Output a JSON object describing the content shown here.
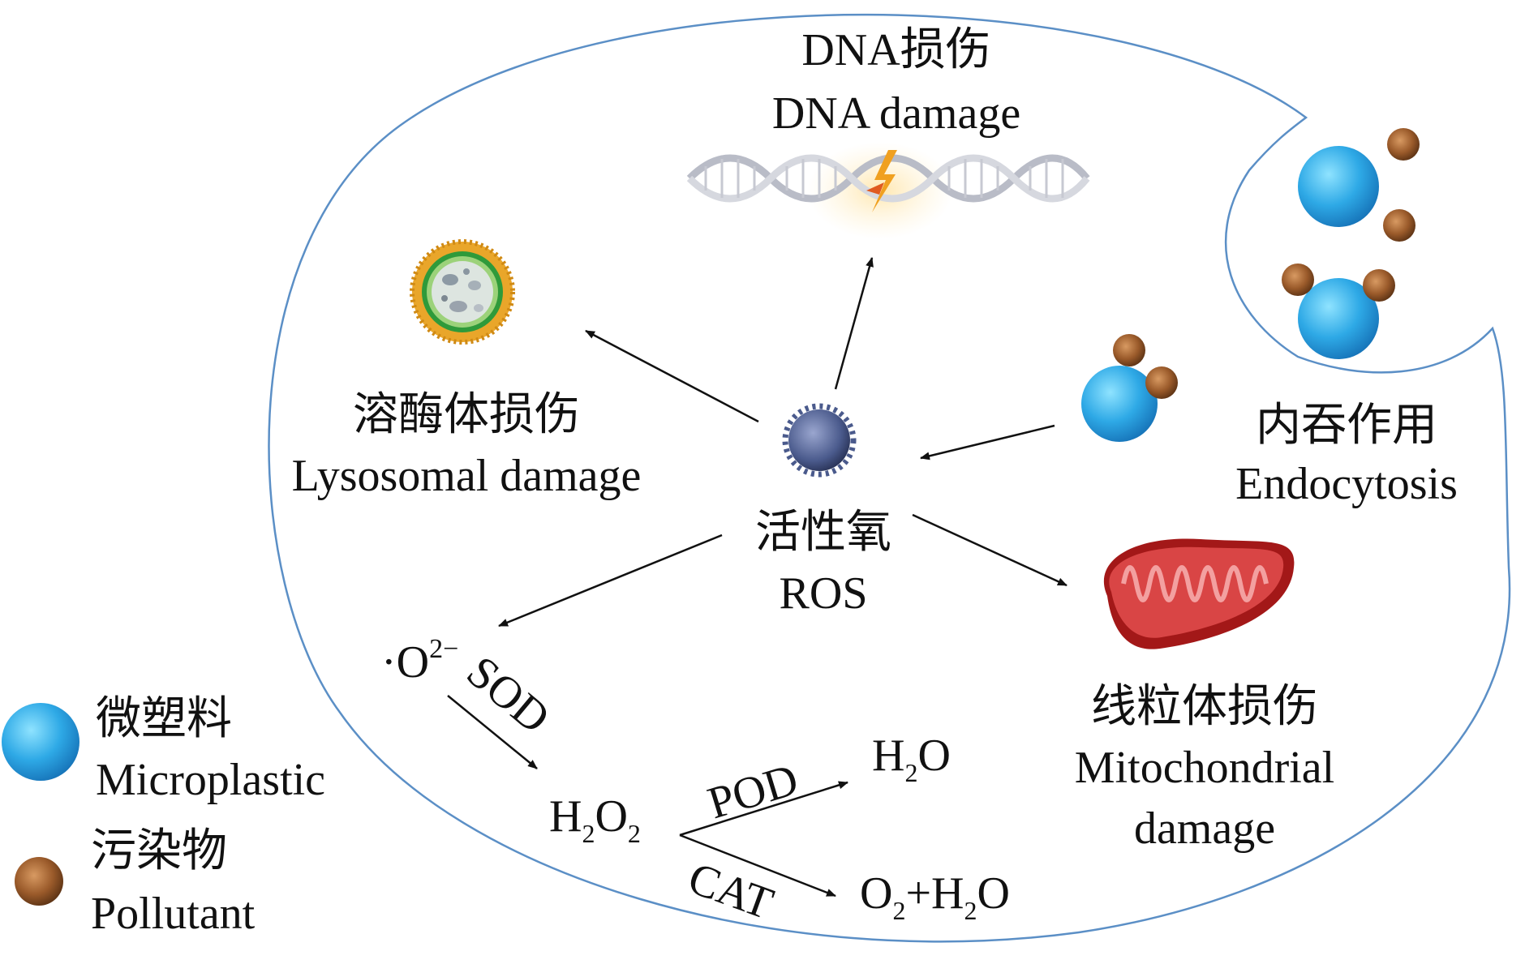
{
  "labels": {
    "dna": {
      "cn": "DNA损伤",
      "en": "DNA damage"
    },
    "lysosome": {
      "cn": "溶酶体损伤",
      "en": "Lysosomal damage"
    },
    "ros": {
      "cn": "活性氧",
      "en": "ROS"
    },
    "endocytosis": {
      "cn": "内吞作用",
      "en": "Endocytosis"
    },
    "mitochondria": {
      "cn": "线粒体损伤",
      "en": "Mitochondrial",
      "en2": "damage"
    }
  },
  "reaction": {
    "superoxide": {
      "prefix": "·O",
      "sup": "2−"
    },
    "sod": "SOD",
    "h2o2": {
      "a": "H",
      "a_sub": "2",
      "b": "O",
      "b_sub": "2"
    },
    "pod": "POD",
    "cat": "CAT",
    "h2o": {
      "a": "H",
      "a_sub": "2",
      "b": "O"
    },
    "o2h2o": {
      "a": "O",
      "a_sub": "2",
      "plus": "+H",
      "b_sub": "2",
      "c": "O"
    }
  },
  "legend": {
    "microplastic": {
      "cn": "微塑料",
      "en": "Microplastic"
    },
    "pollutant": {
      "cn": "污染物",
      "en": "Pollutant"
    }
  },
  "colors": {
    "cell_membrane": "#5b8fc6",
    "microplastic": "#2fa6e0",
    "pollutant": "#9a5a2a",
    "mitochondria": "#c62828",
    "ros_particle": "#4a5a8c",
    "arrow": "#111111"
  }
}
